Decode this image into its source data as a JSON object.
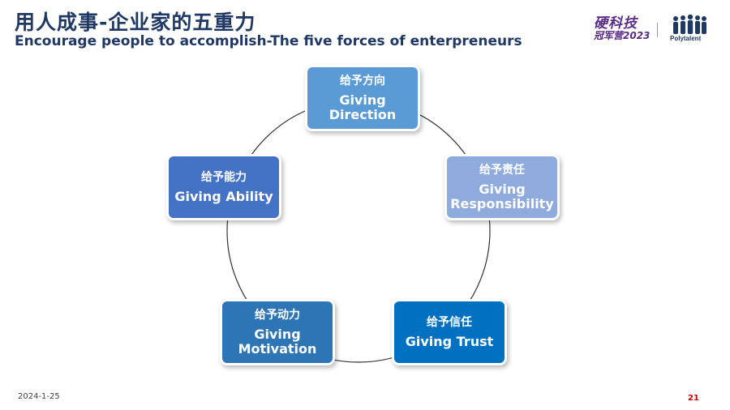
{
  "header": {
    "title_cn": "用人成事-企业家的五重力",
    "title_en": "Encourage people to accomplish-The five forces of enterpreneurs"
  },
  "logos": {
    "event_line1": "硬科技",
    "event_line2": "冠军营2023",
    "brand": "Polytalent"
  },
  "diagram": {
    "nodes": [
      {
        "cn": "给予方向",
        "en_line1": "Giving",
        "en_line2": "Direction",
        "color": "#5b9bd5"
      },
      {
        "cn": "给予责任",
        "en_line1": "Giving",
        "en_line2": "Responsibility",
        "color": "#8faadc"
      },
      {
        "cn": "给予信任",
        "en_line1": "Giving Trust",
        "en_line2": "",
        "color": "#0070c0"
      },
      {
        "cn": "给予动力",
        "en_line1": "Giving",
        "en_line2": "Motivation",
        "color": "#2e75b6"
      },
      {
        "cn": "给予能力",
        "en_line1": "Giving Ability",
        "en_line2": "",
        "color": "#4472c4"
      }
    ],
    "circle_color": "#333333"
  },
  "footer": {
    "date": "2024-1-25",
    "page": "21"
  }
}
